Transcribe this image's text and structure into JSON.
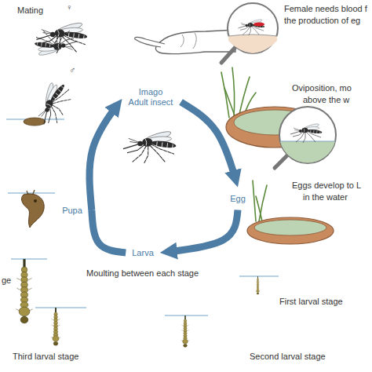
{
  "diagram": {
    "nodes": [
      {
        "text": [
          "Imago Adult insect"
        ]
      },
      {
        "text": [
          "Egg"
        ]
      },
      {
        "text": [
          "Larva"
        ]
      },
      {
        "text": [
          "Pupa"
        ]
      }
    ],
    "edges": [
      {
        "from": 0,
        "to": 1,
        "arrow": "to"
      },
      {
        "from": 1,
        "to": 2,
        "arrow": "to"
      },
      {
        "from": 2,
        "to": 3,
        "arrow": "none"
      },
      {
        "from": 3,
        "to": 0,
        "arrow": "to"
      }
    ],
    "labels": [
      "Mating",
      "♀",
      "♂",
      "Female needs blood f",
      "the production of eg",
      "Oviposition, mo",
      "above the w",
      "Eggs develop to L",
      "in the water",
      "Moulting between each stage",
      "First larval stage",
      "Second larval stage",
      "Third larval stage",
      "ge"
    ]
  }
}
